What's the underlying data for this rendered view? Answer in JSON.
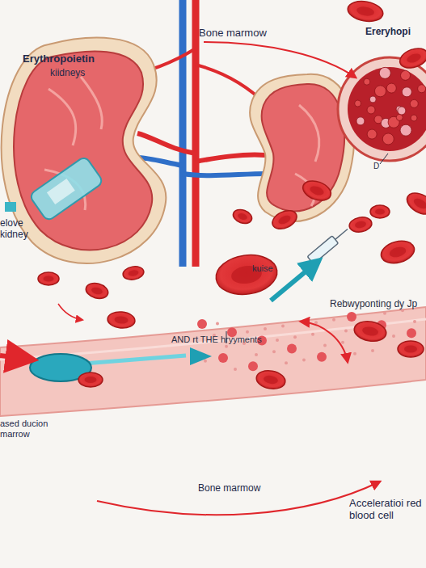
{
  "diagram": {
    "labels": [
      "Erythropoietin",
      "kiidneys",
      "Bone marmow",
      "Ereryhopi",
      "D",
      "elove kidney",
      "kuise",
      "Rebwyponting dy Jp",
      "AND rt THE hryyments",
      "ased ducion marrow",
      "Bone marmow",
      "Acceleratioi red blood cell"
    ]
  }
}
